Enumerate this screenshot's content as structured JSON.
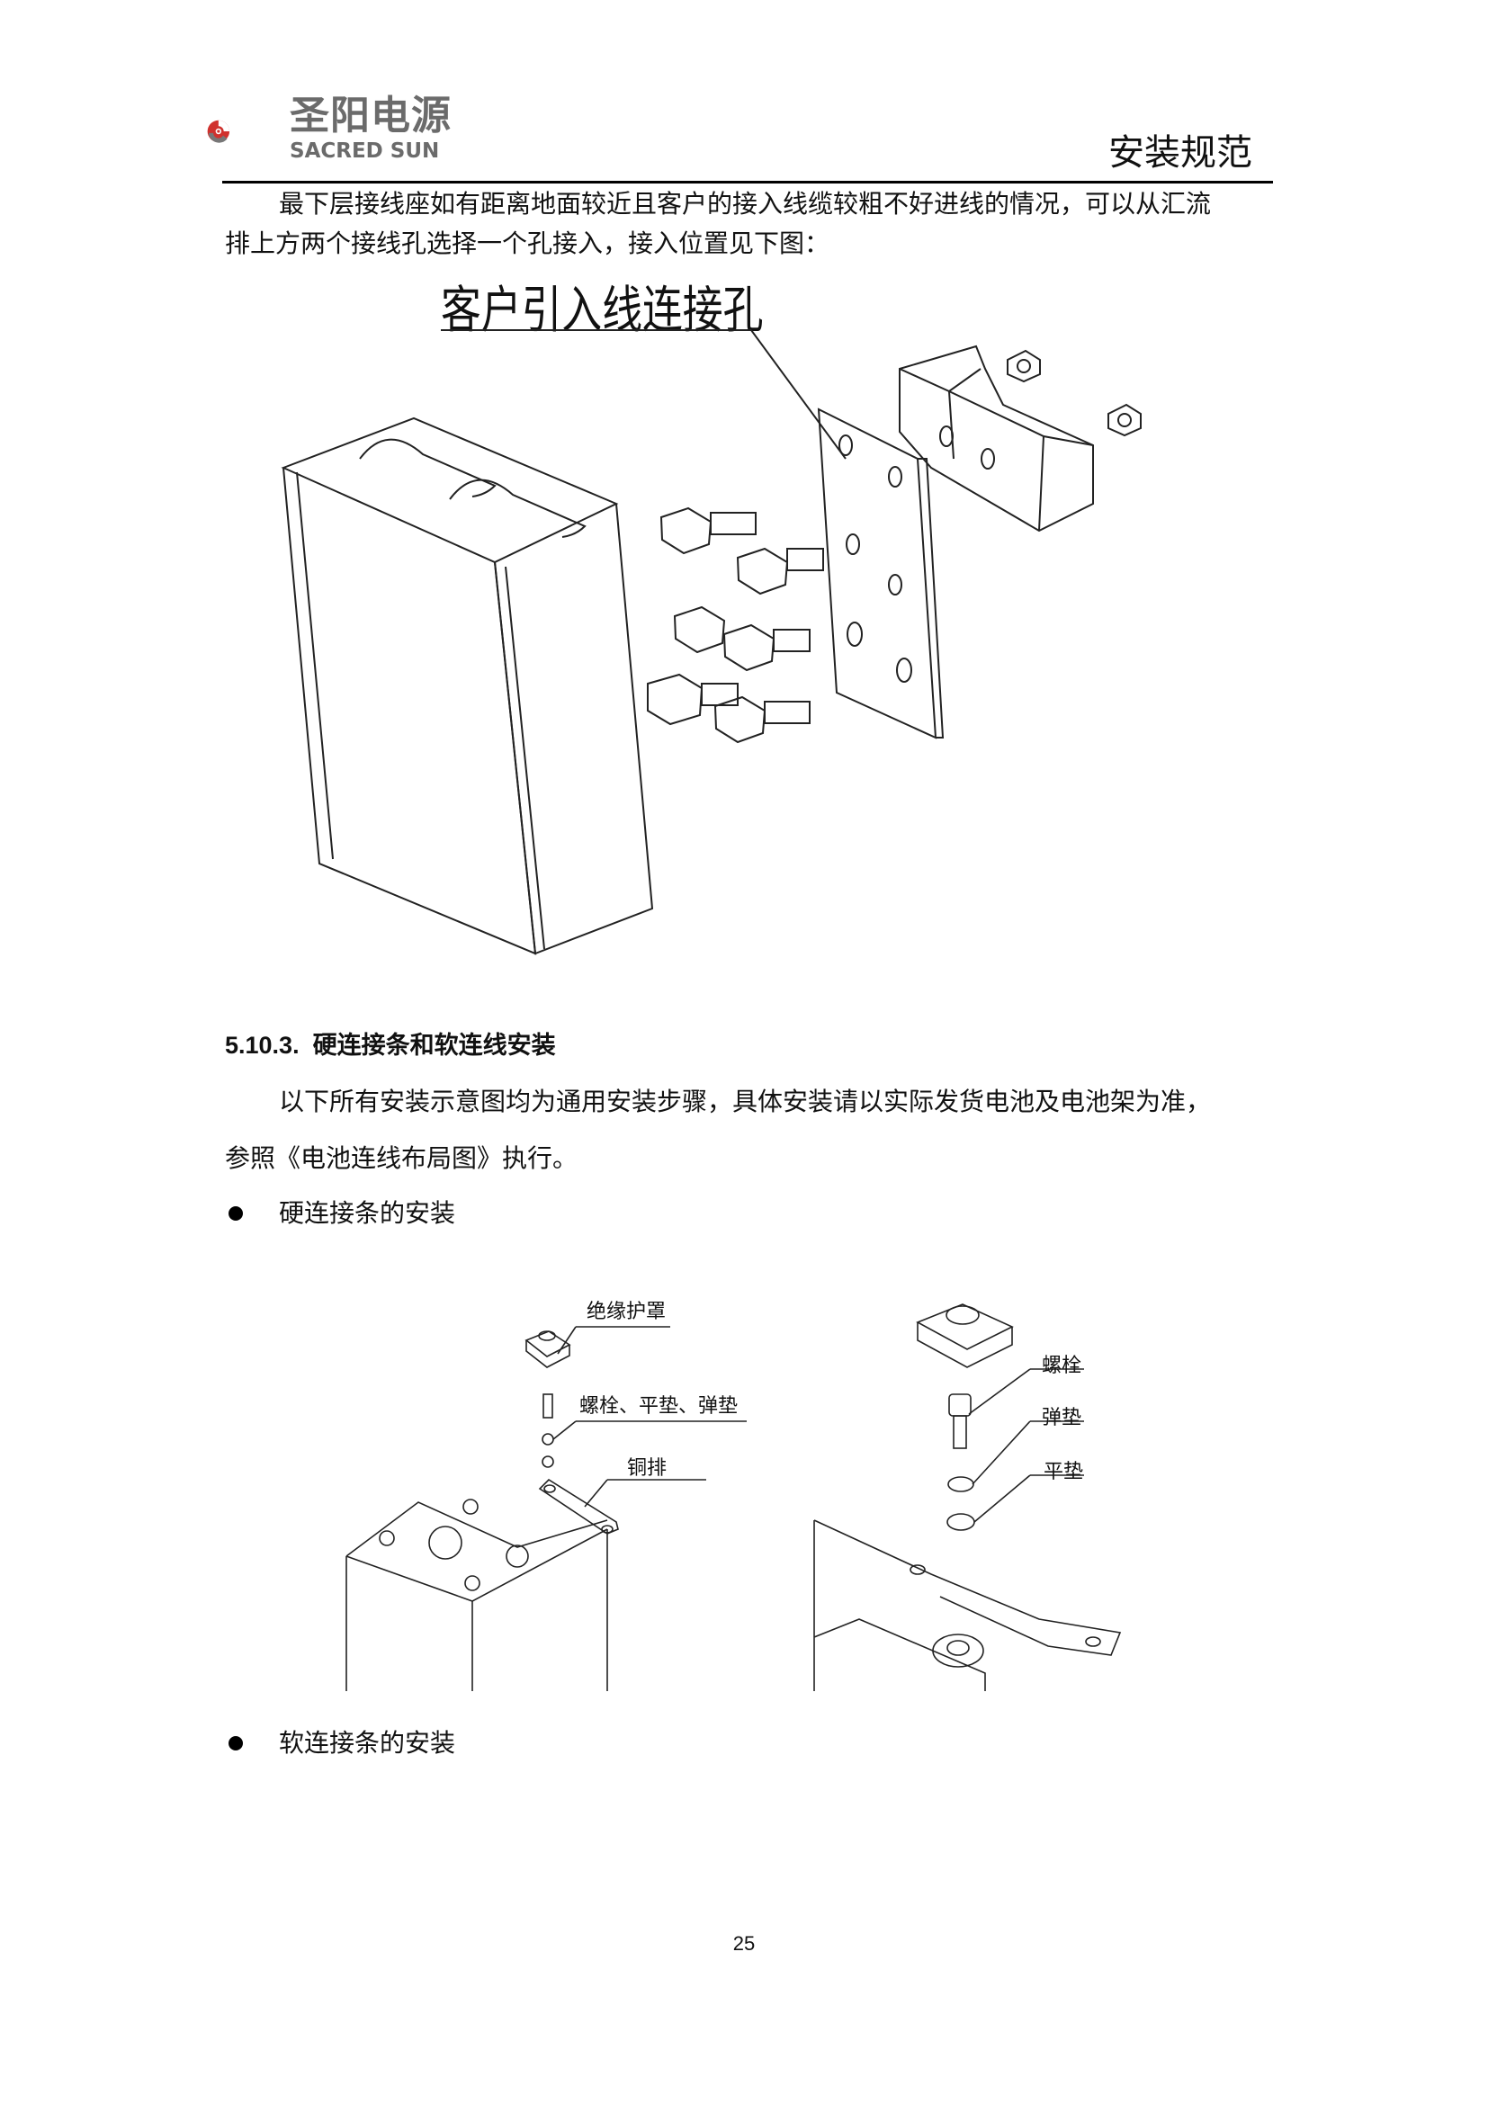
{
  "header": {
    "logo_cn": "圣阳电源",
    "logo_en": "SACRED SUN",
    "section_title": "安装规范"
  },
  "intro": {
    "line1": "最下层接线座如有距离地面较近且客户的接入线缆较粗不好进线的情况，可以从汇流",
    "line2": "排上方两个接线孔选择一个孔接入，接入位置见下图："
  },
  "figure1": {
    "callout": "客户引入线连接孔"
  },
  "section": {
    "number": "5.10.3.",
    "title": "硬连接条和软连线安装",
    "para_line1": "以下所有安装示意图均为通用安装步骤，具体安装请以实际发货电池及电池架为准，",
    "para_line2": "参照《电池连线布局图》执行。"
  },
  "bullets": [
    {
      "label": "硬连接条的安装"
    },
    {
      "label": "软连接条的安装"
    }
  ],
  "figure2": {
    "left": {
      "cover": "绝缘护罩",
      "fasteners": "螺栓、平垫、弹垫",
      "busbar": "铜排"
    },
    "right": {
      "bolt": "螺栓",
      "spring_washer": "弹垫",
      "flat_washer": "平垫"
    }
  },
  "footer": {
    "page_number": "25"
  },
  "colors": {
    "logo_red": "#d0312d",
    "logo_gray": "#6b6b6b"
  }
}
